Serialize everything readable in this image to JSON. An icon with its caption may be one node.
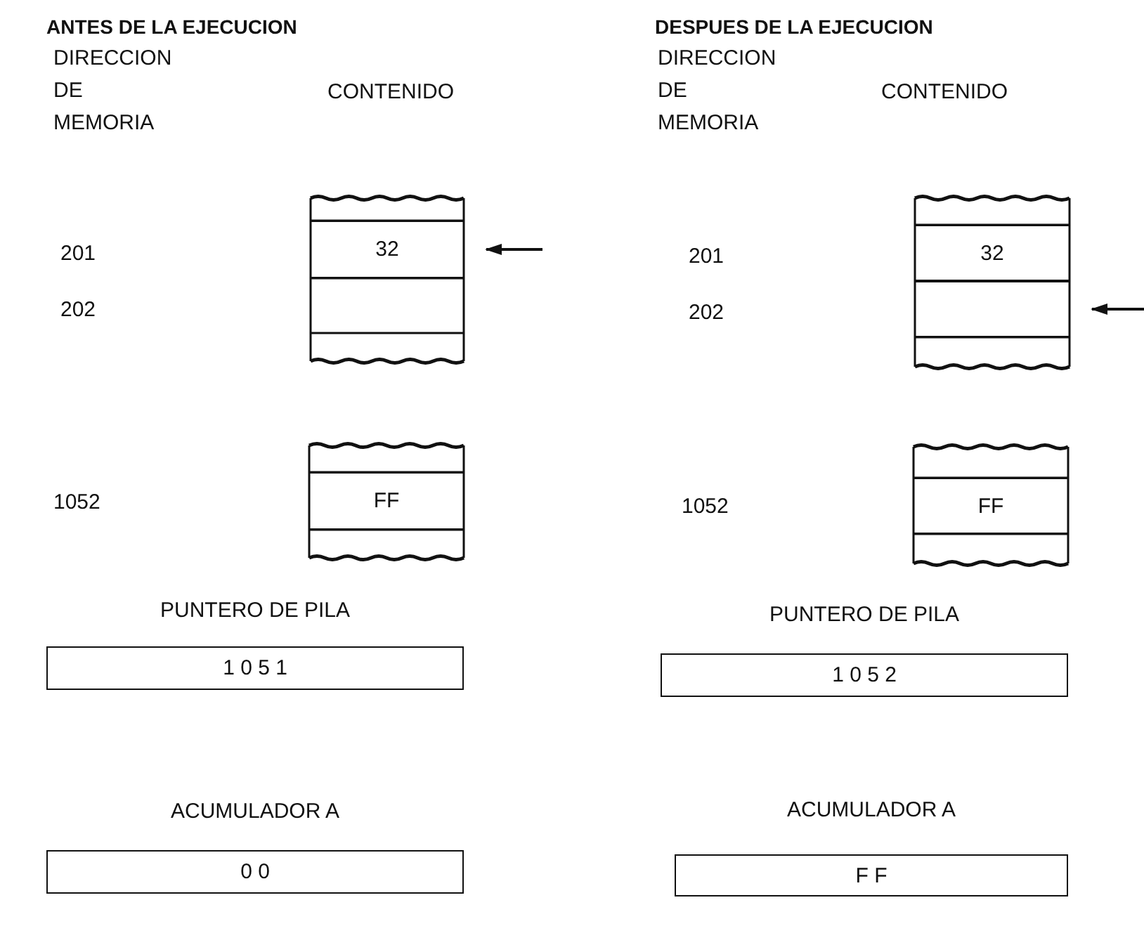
{
  "diagram": {
    "nodes": [
      {
        "text": [
          "32"
        ]
      },
      {
        "text": [
          "FF"
        ]
      },
      {
        "text": [
          "PUNTERO DE PILA",
          "1 0 5 1"
        ]
      },
      {
        "text": [
          "ACUMULADOR A",
          "0 0"
        ]
      },
      {
        "text": [
          "32"
        ]
      },
      {
        "text": [],
        "shape": "box"
      },
      {
        "text": [
          "FF"
        ]
      },
      {
        "text": [
          "PUNTERO DE PILA",
          "1 0 5 2"
        ]
      },
      {
        "text": [
          "ACUMULADOR A",
          "F F"
        ]
      }
    ],
    "edges": [
      {
        "from": null,
        "to": 0,
        "arrow": "to"
      },
      {
        "from": null,
        "to": 5,
        "arrow": "to"
      }
    ],
    "labels": [
      "ANTES DE LA EJECUCION",
      "DESPUES DE LA EJECUCION",
      "DIRECCION DE MEMORIA",
      "CONTENIDO",
      "DIRECCION DE MEMORIA",
      "CONTENIDO",
      "201",
      "201",
      "202",
      "202",
      "1052",
      "1052"
    ]
  }
}
